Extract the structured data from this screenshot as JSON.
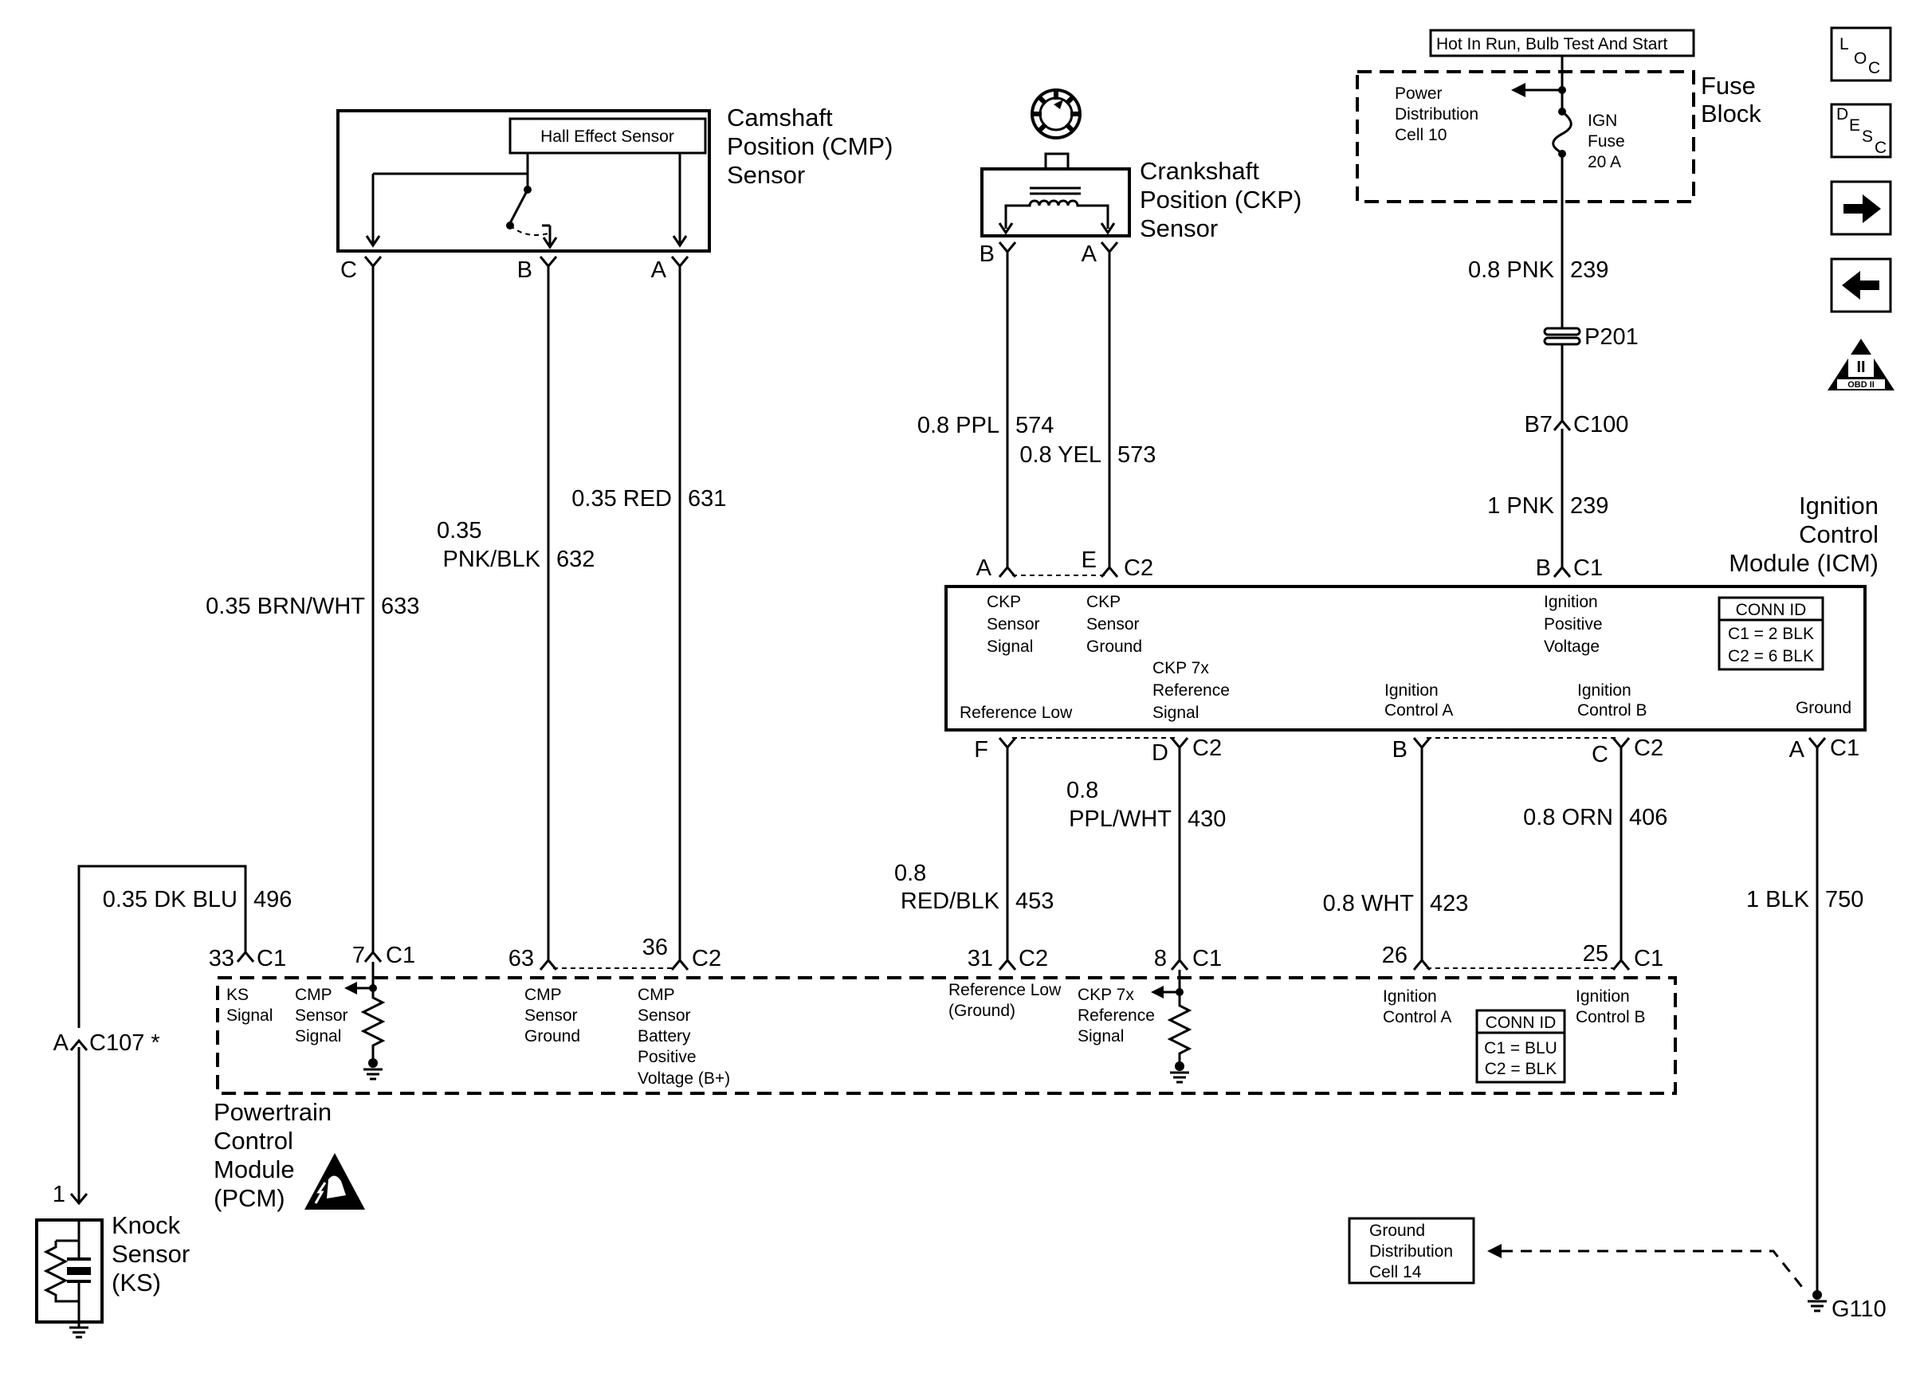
{
  "header": {
    "title": "Hot In Run, Bulb Test And Start"
  },
  "side_buttons": {
    "loc": {
      "big": "L",
      "o": "O",
      "c": "C",
      "icon": "loc-icon"
    },
    "desc": {
      "d": "D",
      "e": "E",
      "s": "S",
      "c": "C",
      "icon": "desc-icon"
    },
    "next": {
      "icon": "arrow-right-icon"
    },
    "prev": {
      "icon": "arrow-left-icon"
    },
    "obd": {
      "top": "II",
      "label": "OBD II",
      "icon": "obd-ii-icon"
    }
  },
  "fuse_block": {
    "title_line1": "Fuse",
    "title_line2": "Block",
    "pd_line1": "Power",
    "pd_line2": "Distribution",
    "pd_line3": "Cell 10",
    "fuse_line1": "IGN",
    "fuse_line2": "Fuse",
    "fuse_line3": "20 A"
  },
  "cmp_sensor": {
    "name_line1": "Camshaft",
    "name_line2": "Position (CMP)",
    "name_line3": "Sensor",
    "hall": "Hall Effect Sensor",
    "pin_c": "C",
    "pin_b": "B",
    "pin_a": "A"
  },
  "ckp_sensor": {
    "name_line1": "Crankshaft",
    "name_line2": "Position (CKP)",
    "name_line3": "Sensor",
    "pin_b": "B",
    "pin_a": "A"
  },
  "wires": {
    "w633": {
      "gauge": "0.35 BRN/WHT",
      "circuit": "633"
    },
    "w632": {
      "gauge_l1": "0.35",
      "gauge_l2": "PNK/BLK",
      "circuit": "632"
    },
    "w631": {
      "gauge": "0.35 RED",
      "circuit": "631"
    },
    "w574": {
      "gauge": "0.8 PPL",
      "circuit": "574"
    },
    "w573": {
      "gauge": "0.8 YEL",
      "circuit": "573"
    },
    "w239a": {
      "gauge": "0.8 PNK",
      "circuit": "239"
    },
    "w239b": {
      "gauge": "1 PNK",
      "circuit": "239"
    },
    "w496": {
      "gauge": "0.35 DK BLU",
      "circuit": "496"
    },
    "w453": {
      "gauge_l1": "0.8",
      "gauge_l2": "RED/BLK",
      "circuit": "453"
    },
    "w430": {
      "gauge_l1": "0.8",
      "gauge_l2": "PPL/WHT",
      "circuit": "430"
    },
    "w423": {
      "gauge": "0.8 WHT",
      "circuit": "423"
    },
    "w406": {
      "gauge": "0.8 ORN",
      "circuit": "406"
    },
    "w750": {
      "gauge": "1 BLK",
      "circuit": "750"
    }
  },
  "splices": {
    "p201": "P201",
    "c100_pin": "B7",
    "c100": "C100",
    "c107_pin": "A",
    "c107": "C107 *"
  },
  "icm": {
    "name_line1": "Ignition",
    "name_line2": "Control",
    "name_line3": "Module (ICM)",
    "top_pins": {
      "a": "A",
      "e": "E",
      "c2": "C2",
      "b": "B",
      "c1": "C1"
    },
    "bottom_pins": {
      "f": "F",
      "d": "D",
      "c2a": "C2",
      "b": "B",
      "c": "C",
      "c2b": "C2",
      "a": "A",
      "c1": "C1"
    },
    "labels": {
      "ckp_sig_l1": "CKP",
      "ckp_sig_l2": "Sensor",
      "ckp_sig_l3": "Signal",
      "ckp_gnd_l1": "CKP",
      "ckp_gnd_l2": "Sensor",
      "ckp_gnd_l3": "Ground",
      "ign_pos_l1": "Ignition",
      "ign_pos_l2": "Positive",
      "ign_pos_l3": "Voltage",
      "ref_low": "Reference Low",
      "ckp7x_l1": "CKP 7x",
      "ckp7x_l2": "Reference",
      "ckp7x_l3": "Signal",
      "ign_a_l1": "Ignition",
      "ign_a_l2": "Control A",
      "ign_b_l1": "Ignition",
      "ign_b_l2": "Control B",
      "ground": "Ground"
    },
    "conn_id": {
      "title": "CONN ID",
      "c1": "C1 = 2 BLK",
      "c2": "C2 = 6 BLK"
    }
  },
  "pcm": {
    "name_line1": "Powertrain",
    "name_line2": "Control",
    "name_line3": "Module",
    "name_line4": "(PCM)",
    "esd_icon": "esd-sensitive-icon",
    "pins": {
      "p33": "33",
      "c1a": "C1",
      "p7": "7",
      "c1b": "C1",
      "p63": "63",
      "p36": "36",
      "c2a": "C2",
      "p31": "31",
      "c2b": "C2",
      "p8": "8",
      "c1c": "C1",
      "p26": "26",
      "p25": "25",
      "c1d": "C1"
    },
    "labels": {
      "ks_l1": "KS",
      "ks_l2": "Signal",
      "cmp_sig_l1": "CMP",
      "cmp_sig_l2": "Sensor",
      "cmp_sig_l3": "Signal",
      "cmp_gnd_l1": "CMP",
      "cmp_gnd_l2": "Sensor",
      "cmp_gnd_l3": "Ground",
      "cmp_bat_l1": "CMP",
      "cmp_bat_l2": "Sensor",
      "cmp_bat_l3": "Battery",
      "cmp_bat_l4": "Positive",
      "cmp_bat_l5": "Voltage (B+)",
      "ref_low_l1": "Reference Low",
      "ref_low_l2": "(Ground)",
      "ckp7x_l1": "CKP 7x",
      "ckp7x_l2": "Reference",
      "ckp7x_l3": "Signal",
      "ign_a_l1": "Ignition",
      "ign_a_l2": "Control A",
      "ign_b_l1": "Ignition",
      "ign_b_l2": "Control B"
    },
    "conn_id": {
      "title": "CONN ID",
      "c1": "C1 = BLU",
      "c2": "C2 = BLK"
    }
  },
  "knock_sensor": {
    "pin": "1",
    "name_line1": "Knock",
    "name_line2": "Sensor",
    "name_line3": "(KS)"
  },
  "ground": {
    "gd_line1": "Ground",
    "gd_line2": "Distribution",
    "gd_line3": "Cell 14",
    "g110": "G110"
  }
}
